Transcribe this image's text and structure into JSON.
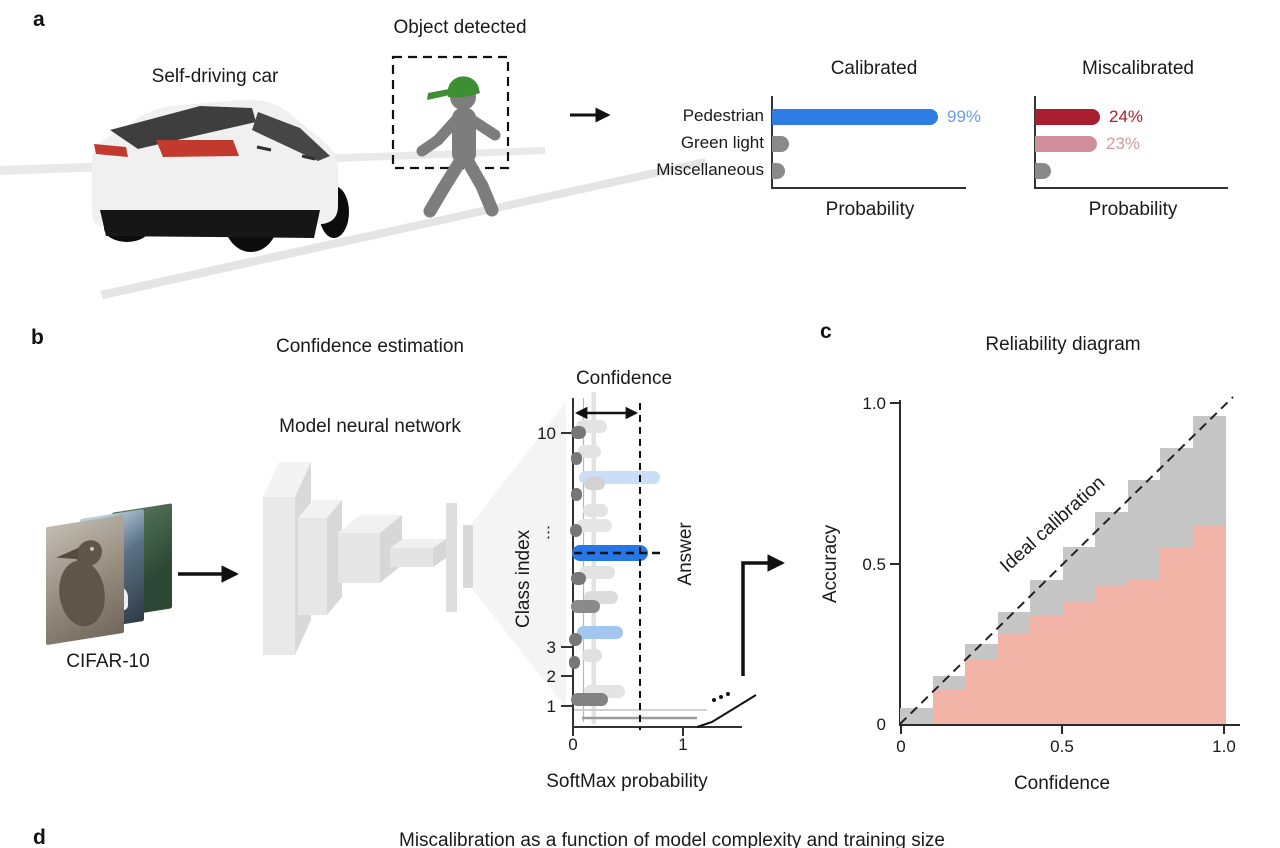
{
  "panels": {
    "a": {
      "label": "a",
      "car_caption": "Self-driving car",
      "detect_caption": "Object detected"
    },
    "b": {
      "label": "b",
      "title": "Confidence estimation",
      "network_caption": "Model neural network",
      "dataset_caption": "CIFAR-10"
    },
    "c": {
      "label": "c"
    },
    "d": {
      "label": "d",
      "title": "Miscalibration as a function of model complexity and training size"
    }
  },
  "chart_data": {
    "calibrated": {
      "type": "bar",
      "title": "Calibrated",
      "xlabel": "Probability",
      "categories": [
        "Pedestrian",
        "Green light",
        "Miscellaneous"
      ],
      "values": [
        0.99,
        0.1,
        0.08
      ],
      "value_labels": [
        "99%",
        "",
        ""
      ],
      "bar_colors": [
        "#2e7de4",
        "#8a8a8a",
        "#8a8a8a"
      ],
      "label_colors": [
        "#669fe3",
        "",
        ""
      ]
    },
    "miscalibrated": {
      "type": "bar",
      "title": "Miscalibrated",
      "xlabel": "Probability",
      "categories": [
        "Pedestrian",
        "Green light",
        "Miscellaneous"
      ],
      "values": [
        0.24,
        0.23,
        0.06
      ],
      "value_labels": [
        "24%",
        "23%",
        ""
      ],
      "bar_colors": [
        "#a81e2e",
        "#d08f9a",
        "#8a8a8a"
      ],
      "label_colors": [
        "#a61f2f",
        "#d09aa3",
        ""
      ]
    },
    "softmax": {
      "type": "bar",
      "orientation": "horizontal",
      "title": "Confidence",
      "xlabel": "SoftMax probability",
      "ylabel": "Class index",
      "answer_label": "Answer",
      "answer_value": 0.61,
      "xlim": [
        0,
        1
      ],
      "xtick_labels": [
        "0",
        "1"
      ],
      "ytick_labels": [
        "10",
        "⋮",
        "3",
        "2",
        "1"
      ],
      "blobs": [
        {
          "x": 576,
          "w": 31,
          "y": 420,
          "c": "#e3e3e3"
        },
        {
          "x": 571,
          "w": 15,
          "y": 426,
          "c": "#777777"
        },
        {
          "x": 578,
          "w": 23,
          "y": 445,
          "c": "#e3e3e3"
        },
        {
          "x": 571,
          "w": 11,
          "y": 452,
          "c": "#777777"
        },
        {
          "x": 579,
          "w": 81,
          "y": 471,
          "c": "#c9ddf6"
        },
        {
          "x": 584,
          "w": 21,
          "y": 477,
          "c": "#d2d2d2"
        },
        {
          "x": 571,
          "w": 11,
          "y": 488,
          "c": "#777777"
        },
        {
          "x": 583,
          "w": 25,
          "y": 504,
          "c": "#e3e3e3"
        },
        {
          "x": 577,
          "w": 35,
          "y": 519,
          "c": "#e6e6e6"
        },
        {
          "x": 570,
          "w": 12,
          "y": 524,
          "c": "#777777"
        },
        {
          "x": 572,
          "w": 76,
          "y": 545,
          "h": 16,
          "c": "#2677e6"
        },
        {
          "x": 579,
          "w": 36,
          "y": 566,
          "c": "#e3e3e3"
        },
        {
          "x": 571,
          "w": 15,
          "y": 572,
          "c": "#777777"
        },
        {
          "x": 584,
          "w": 34,
          "y": 591,
          "c": "#dcdcdc"
        },
        {
          "x": 571,
          "w": 29,
          "y": 600,
          "c": "#8a8a8a"
        },
        {
          "x": 577,
          "w": 46,
          "y": 626,
          "c": "#a3c6f0"
        },
        {
          "x": 569,
          "w": 13,
          "y": 633,
          "c": "#777777"
        },
        {
          "x": 582,
          "w": 20,
          "y": 649,
          "c": "#e0e0e0"
        },
        {
          "x": 569,
          "w": 11,
          "y": 656,
          "c": "#777777"
        },
        {
          "x": 584,
          "w": 41,
          "y": 685,
          "c": "#e4e4e4"
        },
        {
          "x": 571,
          "w": 37,
          "y": 693,
          "c": "#828282"
        }
      ]
    },
    "reliability": {
      "type": "bar",
      "title": "Reliability diagram",
      "xlabel": "Confidence",
      "ylabel": "Accuracy",
      "diagonal_label": "Ideal calibration",
      "xlim": [
        0,
        1
      ],
      "ylim": [
        0,
        1
      ],
      "xtick_labels": [
        "0",
        "0.5",
        "1.0"
      ],
      "ytick_labels": [
        "1.0",
        "0.5",
        "0"
      ],
      "bin_width": 0.1,
      "bin_starts": [
        0.0,
        0.1,
        0.2,
        0.3,
        0.4,
        0.5,
        0.6,
        0.7,
        0.8,
        0.9
      ],
      "series": [
        {
          "name": "ideal-binned",
          "color": "#c6c6c6",
          "values": [
            0.05,
            0.15,
            0.25,
            0.35,
            0.45,
            0.55,
            0.66,
            0.76,
            0.86,
            0.96
          ]
        },
        {
          "name": "model-accuracy",
          "color": "#f1b4a7",
          "values": [
            0,
            0.11,
            0.2,
            0.28,
            0.34,
            0.38,
            0.43,
            0.45,
            0.55,
            0.62
          ]
        }
      ]
    }
  }
}
